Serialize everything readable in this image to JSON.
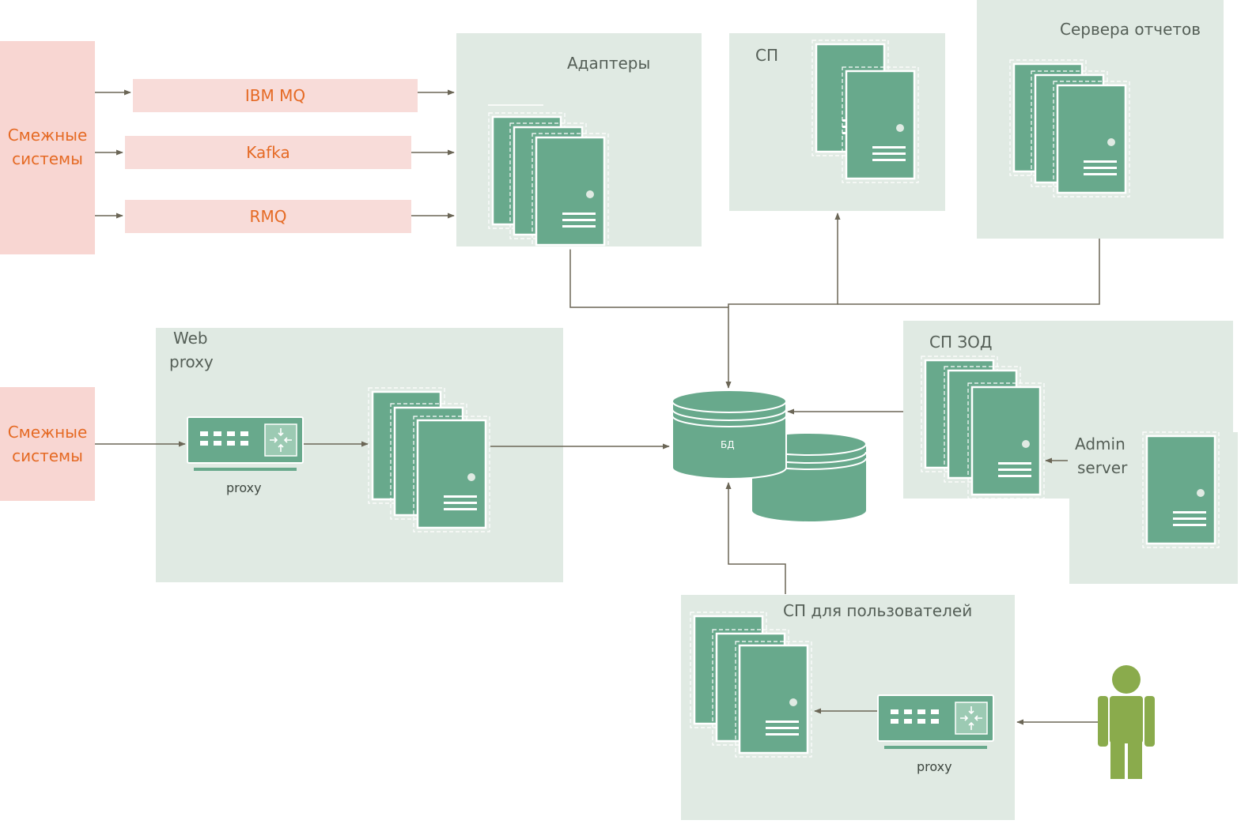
{
  "external_systems": {
    "top_label": "Смежные системы",
    "bottom_label": "Смежные системы"
  },
  "queues": [
    {
      "label": "IBM MQ"
    },
    {
      "label": "Kafka"
    },
    {
      "label": "RMQ"
    }
  ],
  "zones": {
    "adapters": "Адаптеры",
    "sp": "СП",
    "report_servers": "Сервера отчетов",
    "web_proxy_line1": "Web",
    "web_proxy_line2": "proxy",
    "sp_zod": "СП ЗОД",
    "admin_line1": "Admin",
    "admin_line2": "server",
    "sp_users": "СП для пользователей"
  },
  "devices": {
    "proxy_web": "proxy",
    "proxy_users": "proxy",
    "db": "БД"
  },
  "colors": {
    "zone": "#e0eae3",
    "external": "#f8d6d2",
    "accent_text": "#e56a24",
    "server": "#68a98c",
    "user": "#8aab4c",
    "connector": "#6b6656"
  }
}
